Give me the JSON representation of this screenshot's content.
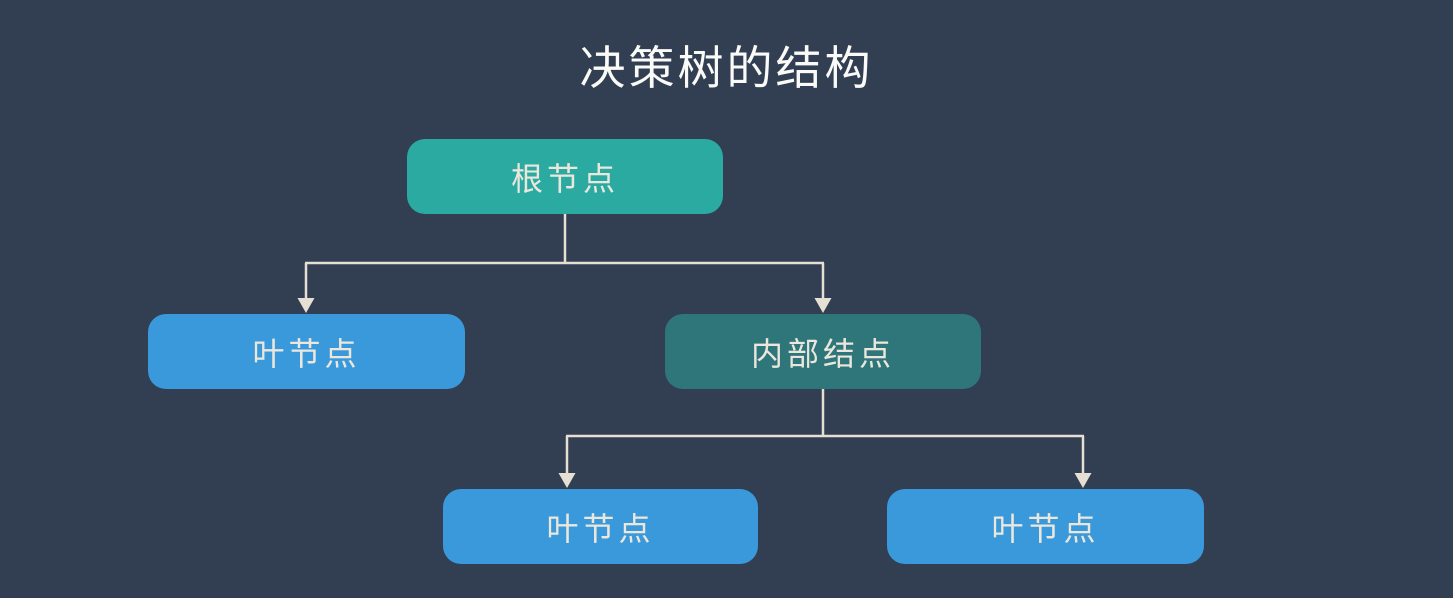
{
  "title": "决策树的结构",
  "colors": {
    "background": "#323e52",
    "title_text": "#fafaf8",
    "node_text": "#ece7dd",
    "connector": "#e6e0d4",
    "root_fill": "#2aaaa0",
    "internal_fill": "#2e767a",
    "leaf_fill": "#3999da"
  },
  "nodes": [
    {
      "id": "root",
      "label": "根节点",
      "type": "root"
    },
    {
      "id": "leaf-left",
      "label": "叶节点",
      "type": "leaf"
    },
    {
      "id": "internal",
      "label": "内部结点",
      "type": "internal"
    },
    {
      "id": "leaf-bottom-left",
      "label": "叶节点",
      "type": "leaf"
    },
    {
      "id": "leaf-bottom-right",
      "label": "叶节点",
      "type": "leaf"
    }
  ],
  "edges": [
    {
      "from": "root",
      "to": "leaf-left"
    },
    {
      "from": "root",
      "to": "internal"
    },
    {
      "from": "internal",
      "to": "leaf-bottom-left"
    },
    {
      "from": "internal",
      "to": "leaf-bottom-right"
    }
  ]
}
